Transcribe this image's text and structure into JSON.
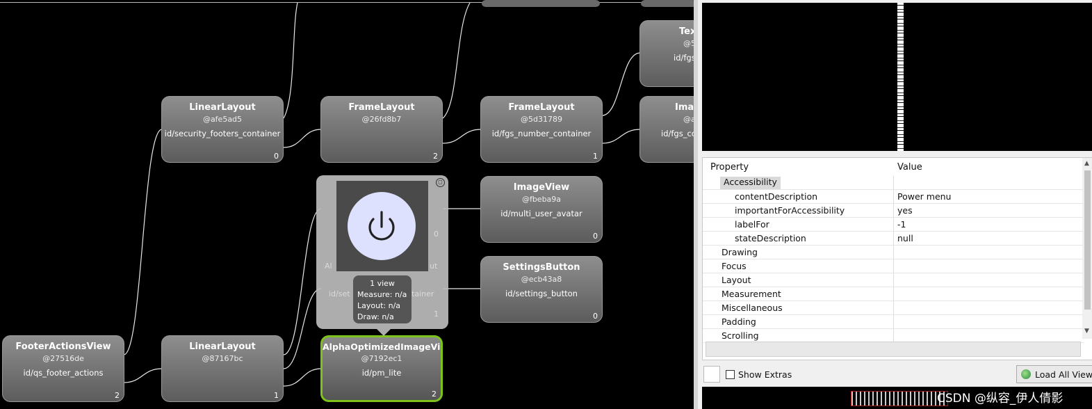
{
  "nodes": {
    "footer_actions_view": {
      "name": "FooterActionsView",
      "hash": "@27516de",
      "id": "id/qs_footer_actions",
      "count": "2"
    },
    "linear_layout_1": {
      "name": "LinearLayout",
      "hash": "@87167bc",
      "id": "",
      "count": "1"
    },
    "linear_layout_2": {
      "name": "LinearLayout",
      "hash": "@afe5ad5",
      "id": "id/security_footers_container",
      "count": "0"
    },
    "frame_layout_1": {
      "name": "FrameLayout",
      "hash": "@26fd8b7",
      "id": "",
      "count": "2"
    },
    "frame_layout_2": {
      "name": "FrameLayout",
      "hash": "@5d31789",
      "id": "id/fgs_number_container",
      "count": "1"
    },
    "image_view": {
      "name": "ImageView",
      "hash": "@fbeba9a",
      "id": "id/multi_user_avatar",
      "count": "0"
    },
    "settings_button": {
      "name": "SettingsButton",
      "hash": "@ecb43a8",
      "id": "id/settings_button",
      "count": "0"
    },
    "alpha_image_view": {
      "name": "AlphaOptimizedImageView",
      "hash": "@7192ec1",
      "id": "id/pm_lite",
      "count": "2"
    },
    "text_partial": {
      "name": "Tex",
      "hash": "@5",
      "id": "id/fgs",
      "count": ""
    },
    "image_partial": {
      "name": "Ima",
      "hash": "@a",
      "id": "id/fgs_co",
      "count": ""
    }
  },
  "popup": {
    "views": "1 view",
    "measure": "Measure: n/a",
    "layout": "Layout: n/a",
    "draw": "Draw: n/a",
    "ghost_top_count": "0",
    "ghost_bottom_count": "1",
    "ghost_name_left": "Al",
    "ghost_name_right": "ut",
    "ghost_id_left": "id/set",
    "ghost_id_right": "tainer",
    "close_glyph": "◻",
    "icon": "power-icon"
  },
  "properties": {
    "header_property": "Property",
    "header_value": "Value",
    "rows": [
      {
        "key": "Accessibility",
        "value": "",
        "level": "category-open"
      },
      {
        "key": "contentDescription",
        "value": "Power menu",
        "level": "child"
      },
      {
        "key": "importantForAccessibility",
        "value": "yes",
        "level": "child"
      },
      {
        "key": "labelFor",
        "value": "-1",
        "level": "child"
      },
      {
        "key": "stateDescription",
        "value": "null",
        "level": "child"
      },
      {
        "key": "Drawing",
        "value": "",
        "level": "category"
      },
      {
        "key": "Focus",
        "value": "",
        "level": "category"
      },
      {
        "key": "Layout",
        "value": "",
        "level": "category"
      },
      {
        "key": "Measurement",
        "value": "",
        "level": "category"
      },
      {
        "key": "Miscellaneous",
        "value": "",
        "level": "category"
      },
      {
        "key": "Padding",
        "value": "",
        "level": "category"
      },
      {
        "key": "Scrolling",
        "value": "",
        "level": "category"
      }
    ]
  },
  "toolbar": {
    "show_extras_label": "Show Extras",
    "show_extras_checked": false,
    "load_all_views_label": "Load All Views"
  },
  "watermark": "CSDN @纵容_伊人倩影",
  "colors": {
    "selected_border": "#7ec21c",
    "node_fill": "#7a7a7a",
    "popup_thumb_circle": "#dde1fd"
  }
}
